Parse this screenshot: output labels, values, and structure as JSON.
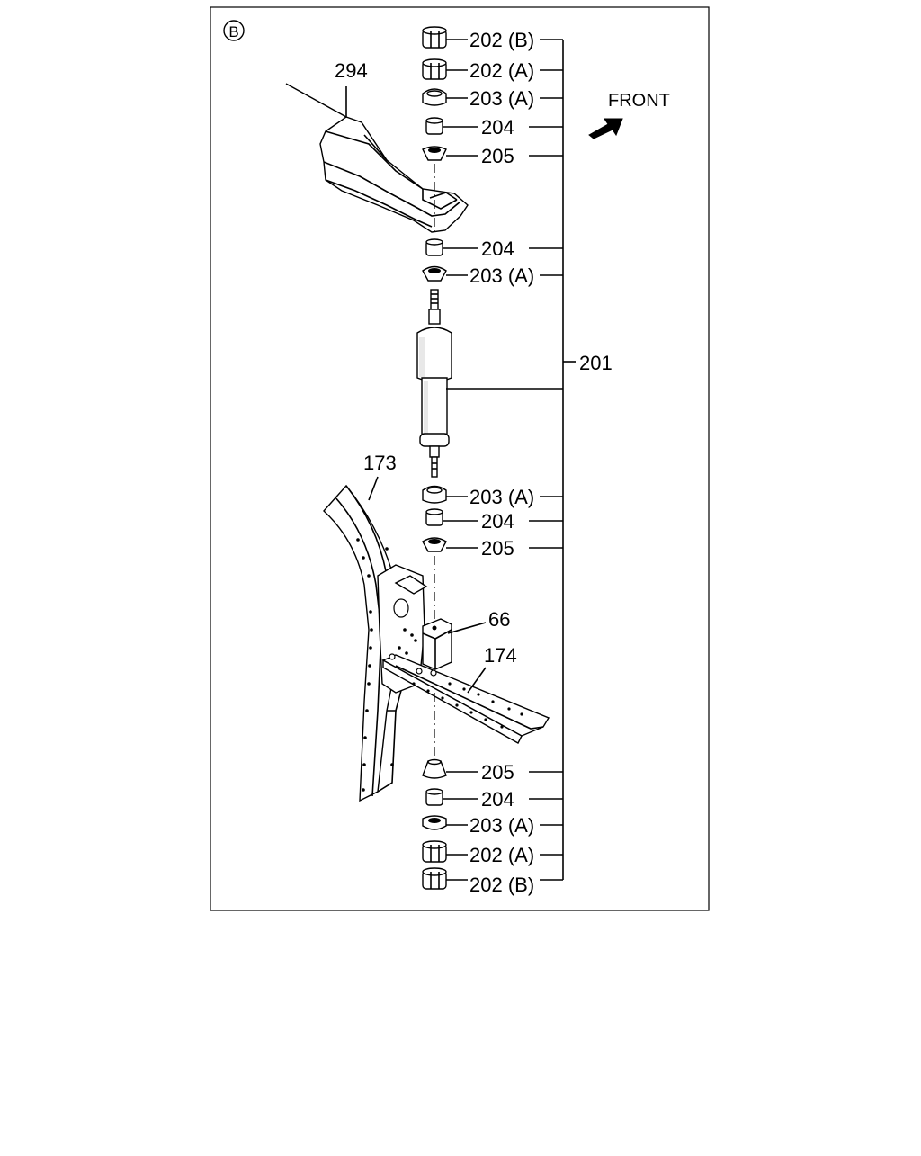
{
  "diagram": {
    "view_marker": "B",
    "direction_label": "FRONT",
    "group_label": "201",
    "callouts": {
      "c294": "294",
      "c173": "173",
      "c66": "66",
      "c174": "174"
    },
    "parts": [
      "202 (B)",
      "202 (A)",
      "203 (A)",
      "204",
      "205",
      "204",
      "203 (A)",
      "203 (A)",
      "204",
      "205",
      "205",
      "204",
      "203 (A)",
      "202 (A)",
      "202 (B)"
    ]
  }
}
